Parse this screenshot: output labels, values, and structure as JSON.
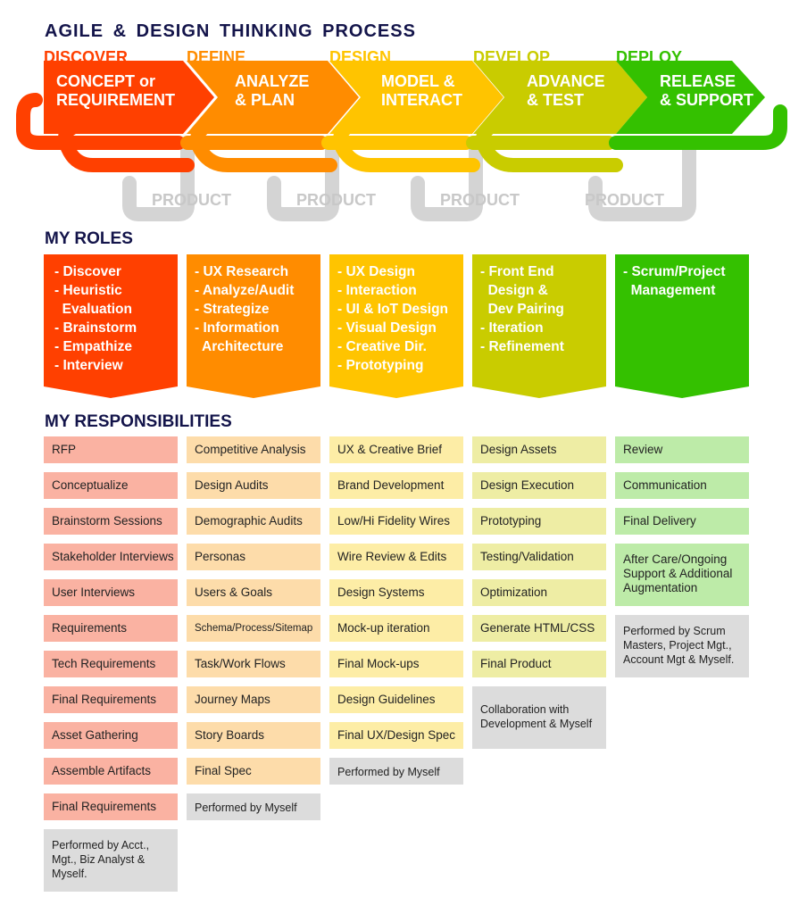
{
  "title": "AGILE & DESIGN THINKING PROCESS",
  "colors": {
    "discover": "#ff4000",
    "define": "#ff8c00",
    "design": "#ffc400",
    "develop": "#c9cc00",
    "deploy": "#34c100",
    "heading": "#13144a",
    "product_loop": "#d4d4d4"
  },
  "phases": [
    {
      "label": "DISCOVER",
      "step1": "CONCEPT or",
      "step2": "REQUIREMENT"
    },
    {
      "label": "DEFINE",
      "step1": "ANALYZE",
      "step2": "& PLAN"
    },
    {
      "label": "DESIGN",
      "step1": "MODEL &",
      "step2": "INTERACT"
    },
    {
      "label": "DEVELOP",
      "step1": "ADVANCE",
      "step2": "& TEST"
    },
    {
      "label": "DEPLOY",
      "step1": "RELEASE",
      "step2": "& SUPPORT"
    }
  ],
  "product_label": "PRODUCT",
  "roles_heading": "MY ROLES",
  "roles": [
    {
      "lines": [
        "- Discover",
        "- Heuristic",
        "  Evaluation",
        "- Brainstorm",
        "- Empathize",
        "- Interview"
      ]
    },
    {
      "lines": [
        "- UX Research",
        "- Analyze/Audit",
        "- Strategize",
        "- Information",
        "  Architecture"
      ]
    },
    {
      "lines": [
        "- UX Design",
        "- Interaction",
        "- UI & IoT Design",
        "- Visual Design",
        "- Creative Dir.",
        "- Prototyping"
      ]
    },
    {
      "lines": [
        "- Front End",
        "  Design &",
        "  Dev Pairing",
        "- Iteration",
        "- Refinement"
      ]
    },
    {
      "lines": [
        "- Scrum/Project",
        "  Management"
      ]
    }
  ],
  "responsibilities_heading": "MY RESPONSIBILITIES",
  "responsibilities": [
    {
      "color": "#fab2a2",
      "items": [
        "RFP",
        "Conceptualize",
        "Brainstorm Sessions",
        "Stakeholder Interviews",
        "User Interviews",
        "Requirements",
        "Tech Requirements",
        "Final Requirements",
        "Asset Gathering",
        "Assemble Artifacts",
        "Final Requirements"
      ],
      "note": "Performed by Acct., Mgt., Biz Analyst & Myself."
    },
    {
      "color": "#fddcaa",
      "items": [
        "Competitive Analysis",
        "Design Audits",
        "Demographic Audits",
        "Personas",
        "Users & Goals",
        "Schema/Process/Sitemap",
        "Task/Work Flows",
        "Journey Maps",
        "Story Boards",
        "Final Spec"
      ],
      "note": "Performed by Myself"
    },
    {
      "color": "#fdeda6",
      "items": [
        "UX & Creative Brief",
        "Brand Development",
        "Low/Hi Fidelity Wires",
        "Wire Review & Edits",
        "Design Systems",
        "Mock-up iteration",
        "Final Mock-ups",
        "Design Guidelines",
        "Final UX/Design Spec"
      ],
      "note": "Performed by Myself"
    },
    {
      "color": "#eeeda4",
      "items": [
        "Design Assets",
        "Design Execution",
        "Prototyping",
        "Testing/Validation",
        "Optimization",
        "Generate HTML/CSS",
        "Final Product"
      ],
      "note": "Collaboration with Development & Myself"
    },
    {
      "color": "#bdeba8",
      "items": [
        "Review",
        "Communication",
        "Final Delivery",
        "After Care/Ongoing Support & Additional Augmentation"
      ],
      "note": "Performed by Scrum Masters, Project Mgt., Account Mgt & Myself."
    }
  ]
}
